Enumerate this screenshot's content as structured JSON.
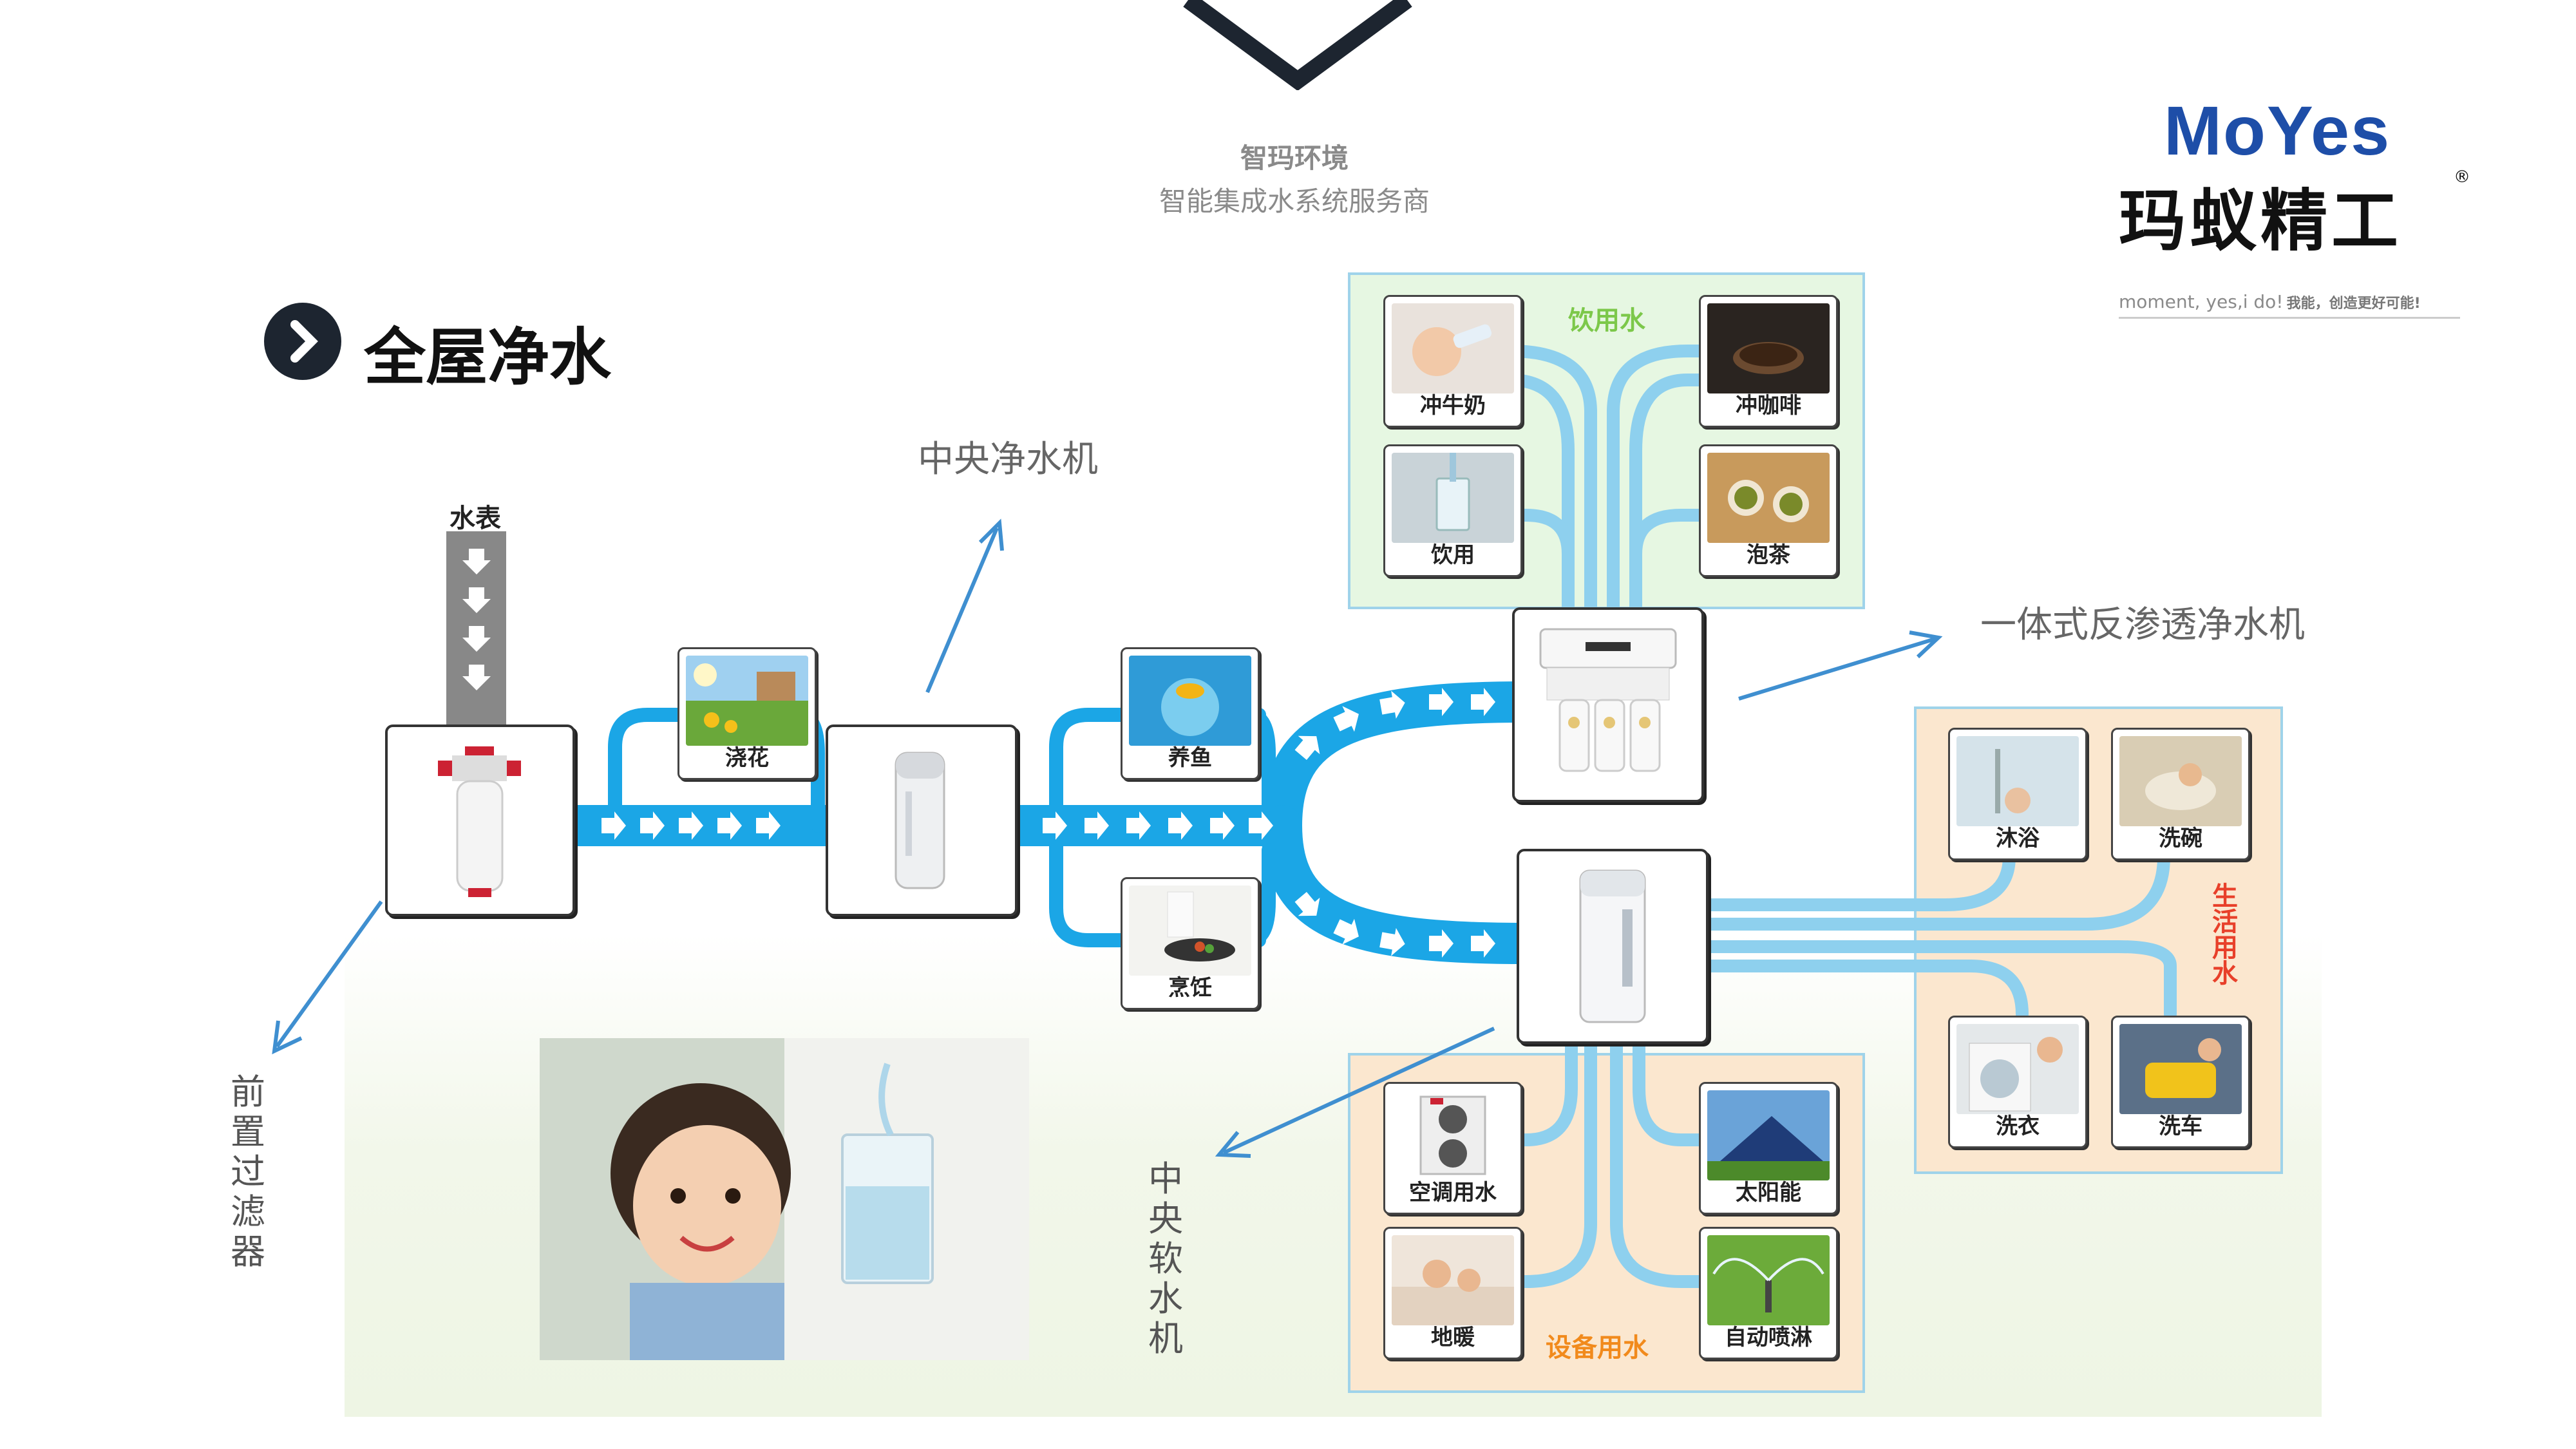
{
  "header": {
    "company": "智玛环境",
    "tagline": "智能集成水系统服务商"
  },
  "brand": {
    "logo_latin": "MoYes",
    "logo_cn": "玛蚁精工",
    "registered": "®",
    "slogan": "moment, yes,i do!",
    "slogan_cn": "我能，创造更好可能!"
  },
  "section": {
    "title": "全屋净水"
  },
  "colors": {
    "flow": "#1ba6e6",
    "pipe_light": "#8ed0ee",
    "drink_bg": "#e6f7e2",
    "life_bg": "#fbe7cf",
    "accent_green": "#7cc84a",
    "accent_orange": "#f18a1c",
    "accent_red": "#e8402a",
    "dark_text": "#1d2530"
  },
  "meter": {
    "label": "水表"
  },
  "annotations": {
    "central_purifier": "中央净水机",
    "ro_purifier": "一体式反渗透净水机",
    "pre_filter": "前置过滤器",
    "central_softener": "中央软水机"
  },
  "uses": {
    "watering": "浇花",
    "fish": "养鱼",
    "cooking": "烹饪"
  },
  "drinking": {
    "title": "饮用水",
    "items": [
      "冲牛奶",
      "冲咖啡",
      "饮用",
      "泡茶"
    ]
  },
  "living": {
    "title": "生活用水",
    "items": [
      "沐浴",
      "洗碗",
      "洗衣",
      "洗车"
    ]
  },
  "equipment": {
    "title": "设备用水",
    "items": [
      "空调用水",
      "太阳能",
      "地暖",
      "自动喷淋"
    ]
  },
  "icons": {
    "section": "chevron-right-icon",
    "meter_arrows": "arrow-down-icon",
    "flow": "arrow-right-icon"
  }
}
